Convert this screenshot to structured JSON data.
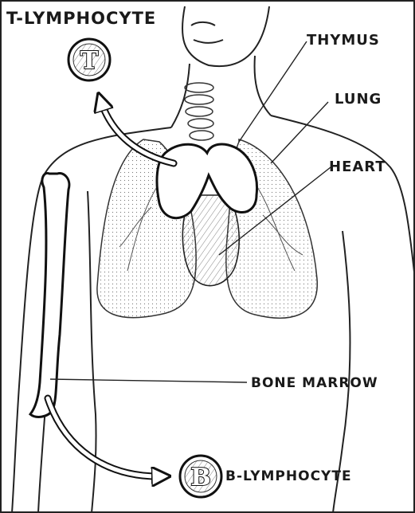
{
  "labels": {
    "t_lymphocyte": "T-LYMPHOCYTE",
    "thymus": "THYMUS",
    "lung": "LUNG",
    "heart": "HEART",
    "bone_marrow": "BONE MARROW",
    "b_lymphocyte": "B-LYMPHOCYTE"
  },
  "cells": {
    "t_letter": "T",
    "b_letter": "B"
  }
}
